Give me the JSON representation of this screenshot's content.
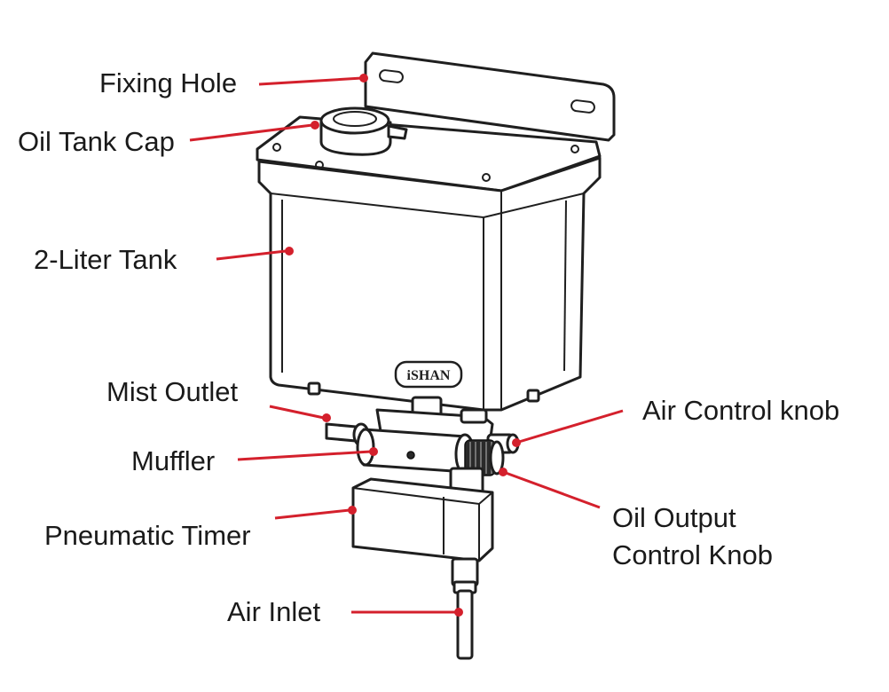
{
  "diagram": {
    "brand_logo": "iSHAN",
    "colors": {
      "leader": "#d4202c",
      "outline": "#1f1f1f",
      "text": "#1a1a1a"
    },
    "labels": {
      "fixing_hole": "Fixing Hole",
      "oil_tank_cap": "Oil Tank Cap",
      "tank": "2-Liter Tank",
      "mist_outlet": "Mist Outlet",
      "muffler": "Muffler",
      "pneumatic_timer": "Pneumatic Timer",
      "air_inlet": "Air Inlet",
      "air_control_knob": "Air Control knob",
      "oil_output_line1": "Oil Output",
      "oil_output_line2": "Control Knob"
    }
  }
}
